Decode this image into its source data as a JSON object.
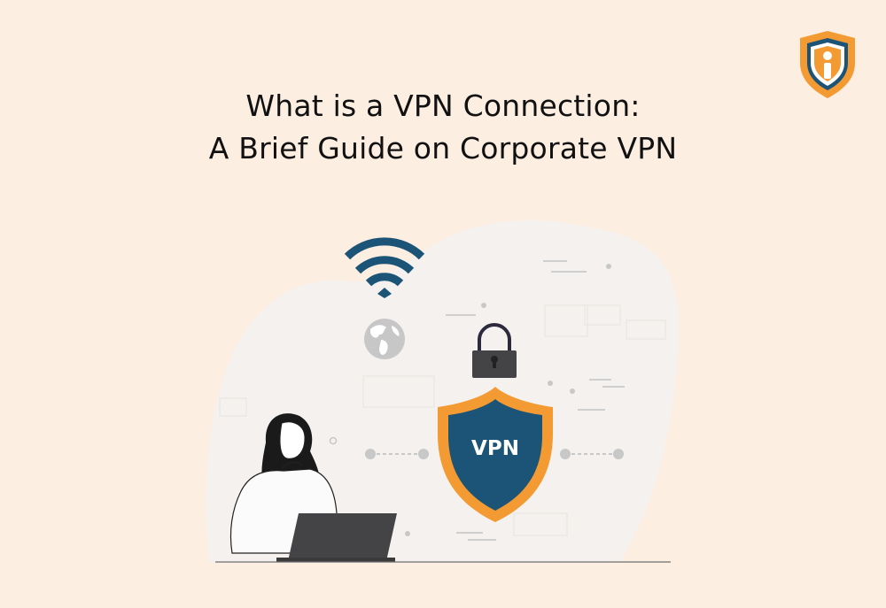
{
  "header": {
    "title_line_1": "What is a VPN Connection:",
    "title_line_2": "A Brief Guide on Corporate VPN"
  },
  "logo": {
    "icon": "shield-info-icon",
    "letter": "i"
  },
  "illustration": {
    "shield_label": "VPN",
    "icons": [
      "wifi-icon",
      "globe-icon",
      "padlock-icon",
      "vpn-shield-icon",
      "woman-with-laptop-illustration"
    ]
  },
  "colors": {
    "background": "#fdeee2",
    "blob": "#f4f1ef",
    "navy": "#1b5477",
    "orange": "#f39a32",
    "lock_dark": "#444446",
    "gray": "#c8c8c8"
  }
}
